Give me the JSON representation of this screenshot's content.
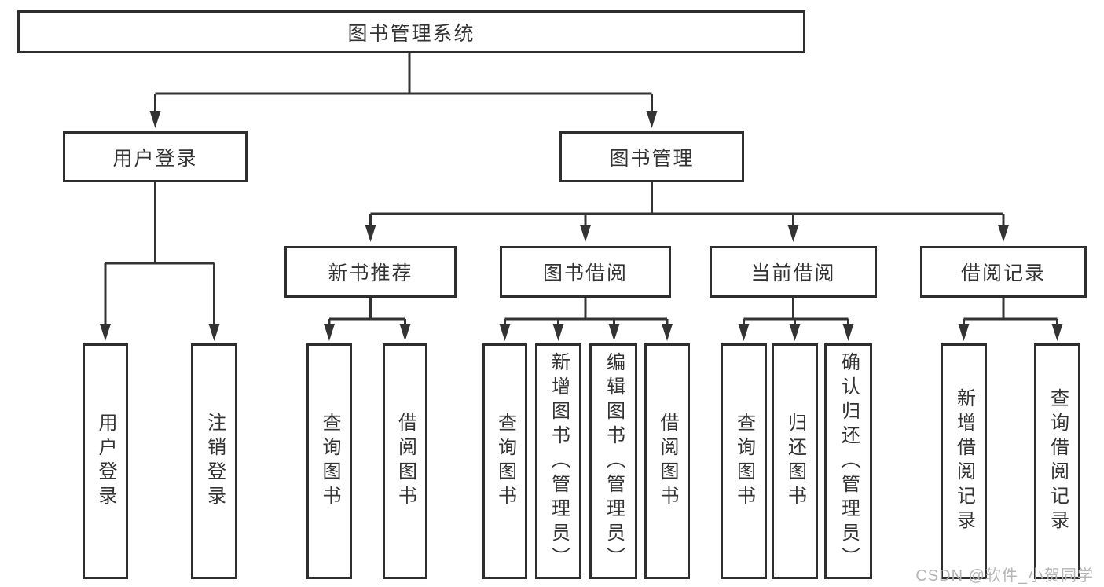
{
  "tree": {
    "label": "图书管理系统",
    "children": [
      {
        "label": "用户登录",
        "children": [
          {
            "label": "用户登录"
          },
          {
            "label": "注销登录"
          }
        ]
      },
      {
        "label": "图书管理",
        "children": [
          {
            "label": "新书推荐",
            "children": [
              {
                "label": "查询图书"
              },
              {
                "label": "借阅图书"
              }
            ]
          },
          {
            "label": "图书借阅",
            "children": [
              {
                "label": "查询图书"
              },
              {
                "label": "新增图书（管理员）"
              },
              {
                "label": "编辑图书（管理员）"
              },
              {
                "label": "借阅图书"
              }
            ]
          },
          {
            "label": "当前借阅",
            "children": [
              {
                "label": "查询图书"
              },
              {
                "label": "归还图书"
              },
              {
                "label": "确认归还（管理员）"
              }
            ]
          },
          {
            "label": "借阅记录",
            "children": [
              {
                "label": "新增借阅记录"
              },
              {
                "label": "查询借阅记录"
              }
            ]
          }
        ]
      }
    ]
  },
  "watermark": "CSDN @软件_小贺同学",
  "colors": {
    "line": "#333333",
    "box_border": "#2e2e2e",
    "text": "#333333",
    "watermark": "#b5b5b5",
    "background": "#ffffff"
  }
}
